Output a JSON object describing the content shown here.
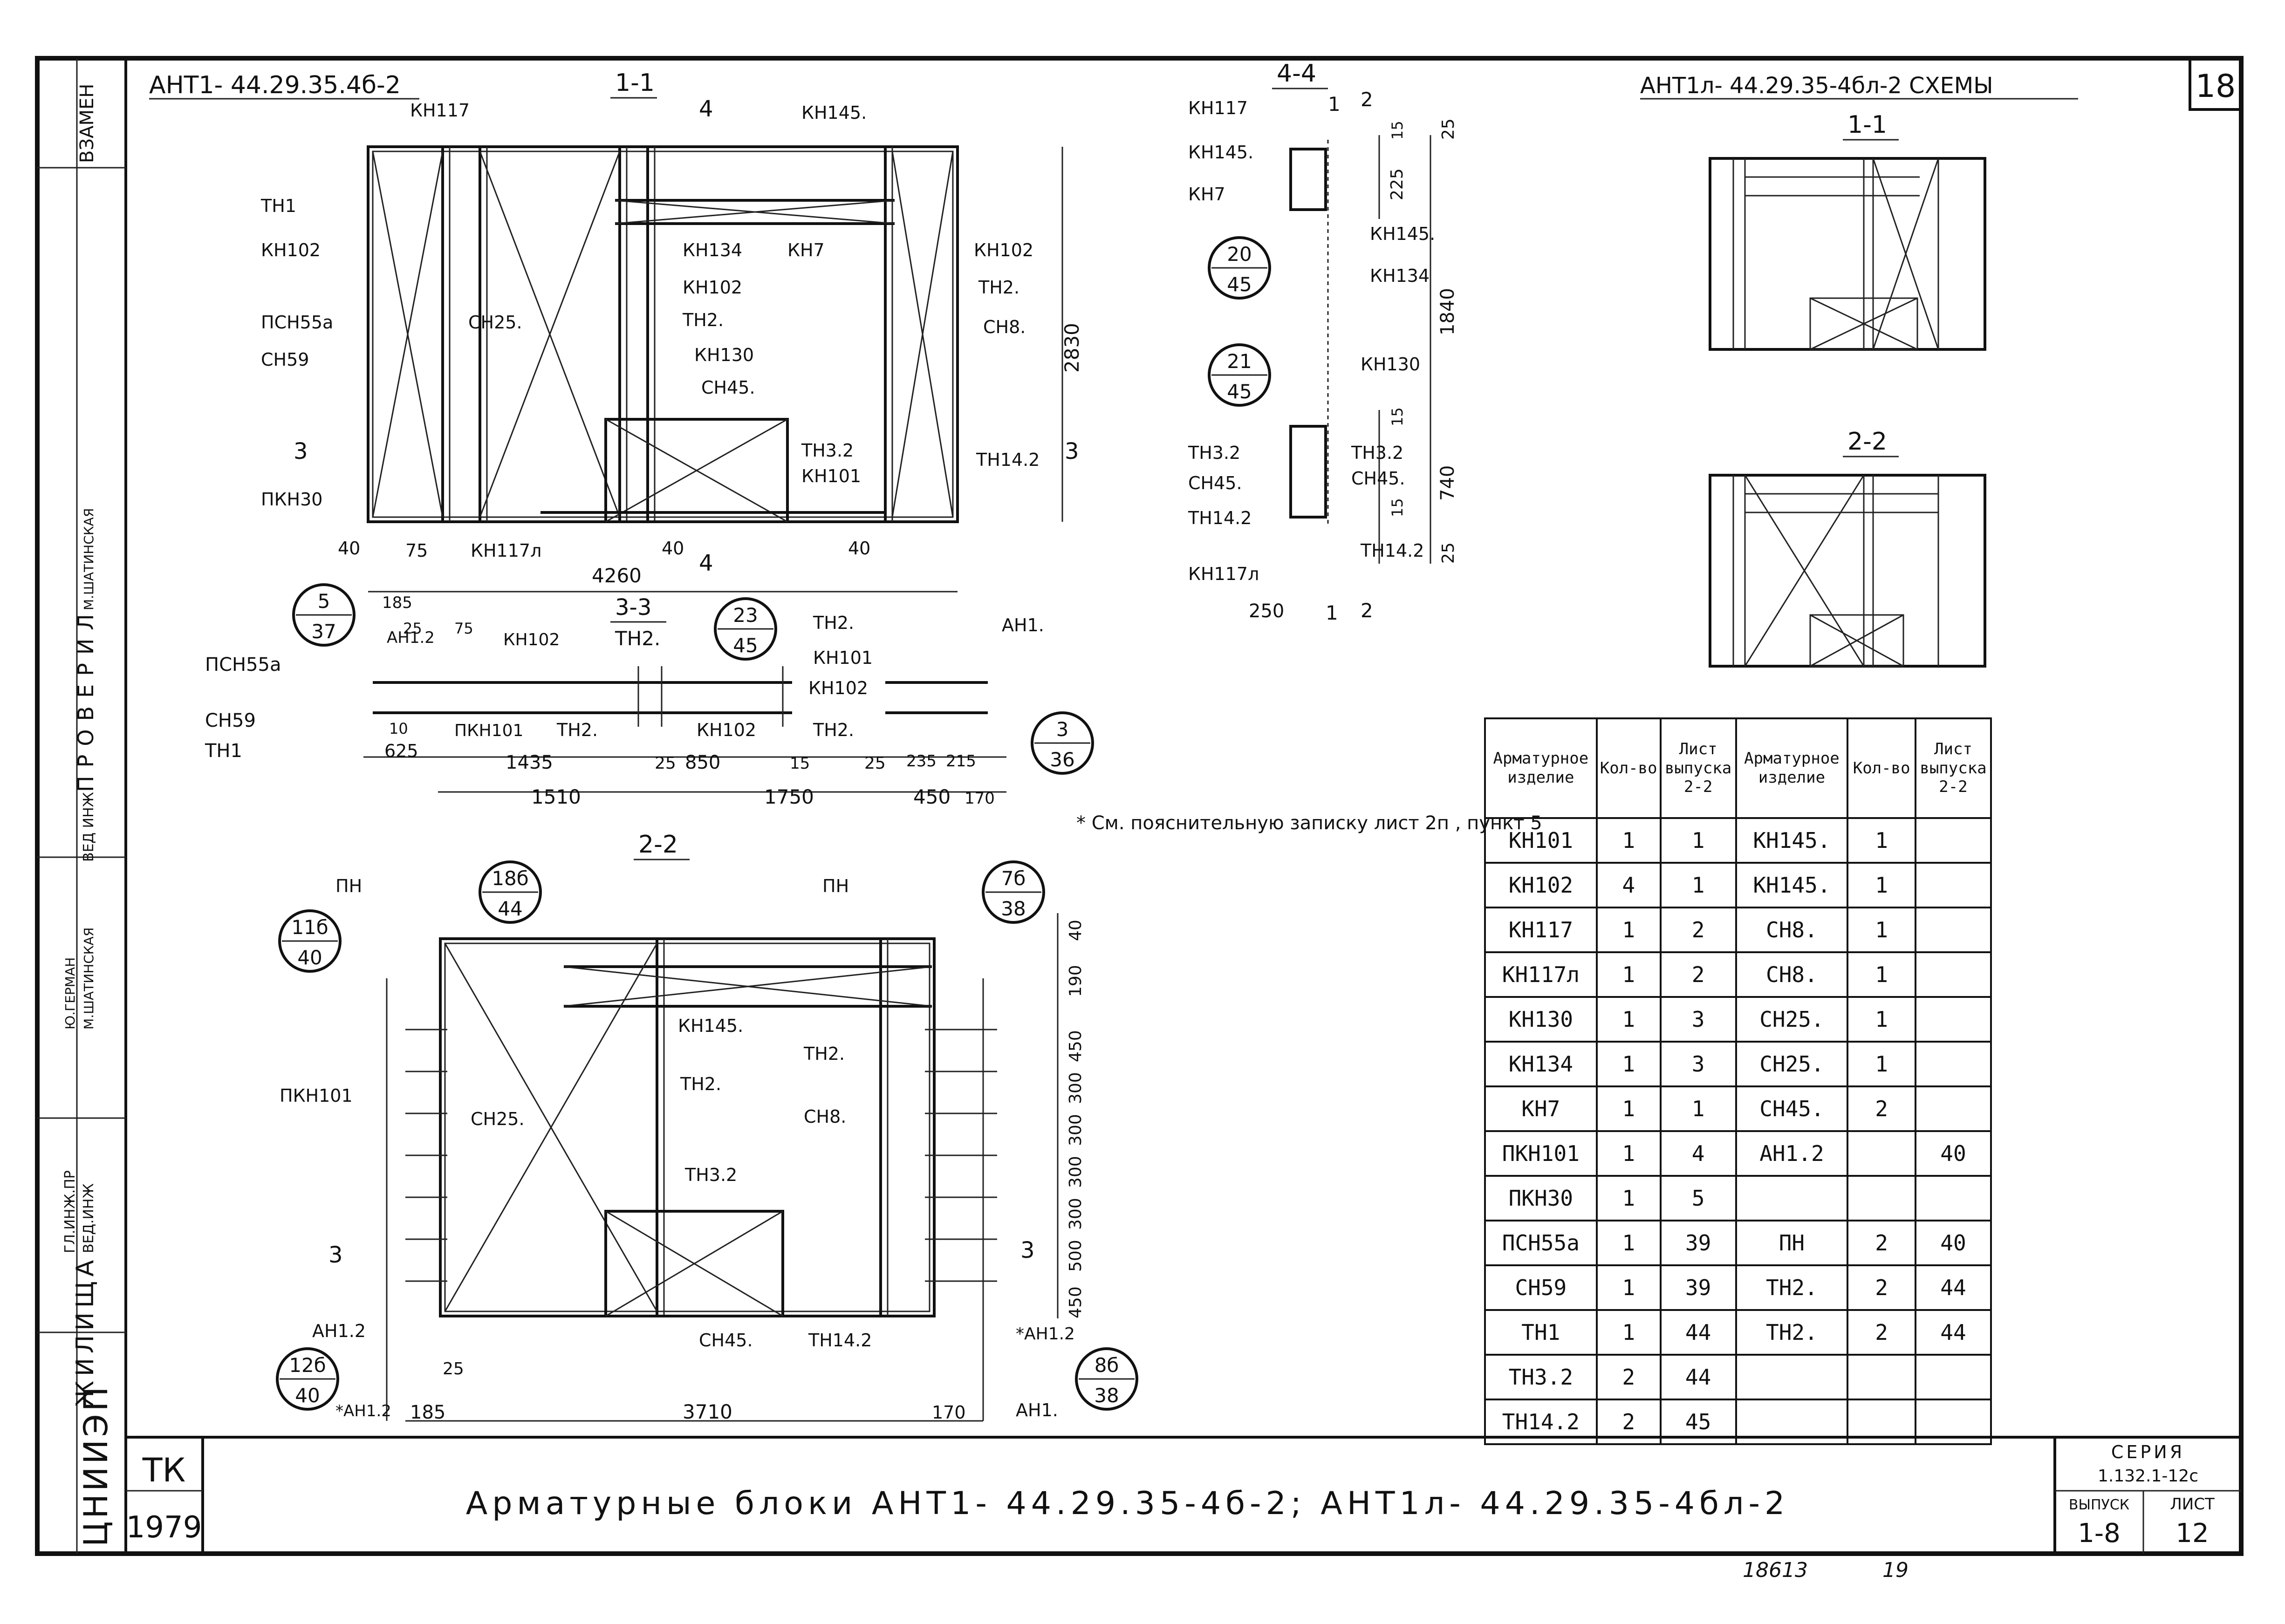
{
  "sheet": {
    "number": "18",
    "left_designation": "АНТ1- 44.29.35.4б-2",
    "right_designation": "АНТ1л- 44.29.35-4бл-2 СХЕМЫ",
    "note": "* См. пояснительную записку лист 2п , пункт 5",
    "bottom_numbers": [
      "18613",
      "19"
    ]
  },
  "stamp": {
    "side_labels": [
      "ВЗАМЕН",
      "ПРОВЕРИЛ",
      "ЖИЛИЩА",
      "ЦНИИЭП"
    ],
    "roles": [
      "ГЛ.ИНЖ.ПР",
      "ВЕД.ИНЖ",
      "ВЕД ИНЖ"
    ],
    "names": [
      "Ю.ГЕРМАН",
      "М.ШАТИНСКАЯ",
      "М.ШАТИНСКАЯ"
    ],
    "tk": "ТК",
    "year": "1979"
  },
  "title_block": {
    "title": "Арматурные блоки АНТ1- 44.29.35-4б-2; АНТ1л- 44.29.35-4бл-2",
    "series_label": "СЕРИЯ",
    "series_value": "1.132.1-12с",
    "issue_label": "ВЫПУСК",
    "issue_value": "1-8",
    "sheet_label": "ЛИСТ",
    "sheet_value": "12"
  },
  "section_1_1": {
    "label": "1-1",
    "cut_marks": [
      "4",
      "4",
      "3",
      "3"
    ],
    "labels": [
      "КН117",
      "КН145.",
      "ТН1",
      "КН102",
      "КН134",
      "КН7",
      "КН102",
      "КН102",
      "ТН2.",
      "ТН2.",
      "ПСН55а",
      "СН25.",
      "СН8.",
      "СН59",
      "КН130",
      "СН45.",
      "ТН3.2",
      "КН101",
      "ТН14.2",
      "ПКН30",
      "КН117л"
    ],
    "dims": [
      "40",
      "75",
      "4260",
      "40",
      "40",
      "2830"
    ]
  },
  "section_4_4": {
    "label": "4-4",
    "marks": [
      "1",
      "2",
      "1",
      "2"
    ],
    "labels": [
      "КН117",
      "КН145.",
      "КН7",
      "КН145.",
      "КН134",
      "КН130",
      "ТН3.2",
      "ТН3.2",
      "СН45.",
      "СН45.",
      "ТН14.2",
      "ТН14.2",
      "КН117л"
    ],
    "callouts": [
      {
        "top": "20",
        "bottom": "45"
      },
      {
        "top": "21",
        "bottom": "45"
      }
    ],
    "dims": [
      "25",
      "15",
      "225",
      "1840",
      "15",
      "740",
      "15",
      "25",
      "250"
    ]
  },
  "section_3_3": {
    "label": "3-3",
    "sublabel": "ТН2.",
    "labels": [
      "АН1.2",
      "КН102",
      "ПСН55а",
      "СН59",
      "ТН1",
      "ПКН101",
      "ТН2.",
      "КН102",
      "ТН2.",
      "КН101",
      "КН102",
      "ТН2.",
      "АН1."
    ],
    "callouts": [
      {
        "top": "5",
        "bottom": "37"
      },
      {
        "top": "23",
        "bottom": "45"
      },
      {
        "top": "3",
        "bottom": "36"
      }
    ],
    "dims": [
      "185",
      "25",
      "75",
      "10",
      "625",
      "1435",
      "25",
      "850",
      "15",
      "25",
      "235",
      "215",
      "1510",
      "1750",
      "450",
      "170"
    ]
  },
  "section_2_2": {
    "label": "2-2",
    "labels": [
      "ПН",
      "ПН",
      "КН145.",
      "ТН2.",
      "ПКН101",
      "ТН2.",
      "СН25.",
      "СН8.",
      "ТН3.2",
      "АН1.2",
      "СН45.",
      "ТН14.2",
      "*АН1.2",
      "*АН1.2",
      "АН1."
    ],
    "callouts": [
      {
        "top": "18б",
        "bottom": "44"
      },
      {
        "top": "7б",
        "bottom": "38"
      },
      {
        "top": "11б",
        "bottom": "40"
      },
      {
        "top": "12б",
        "bottom": "40"
      },
      {
        "top": "8б",
        "bottom": "38"
      }
    ],
    "dims": [
      "40",
      "190",
      "450",
      "300",
      "300",
      "300",
      "300",
      "500",
      "450",
      "25",
      "185",
      "3710",
      "170"
    ],
    "cut_marks": [
      "3",
      "3"
    ]
  },
  "schemes": {
    "labels": [
      "1-1",
      "2-2"
    ]
  },
  "spec_table": {
    "headers": [
      "Арматурное изделие",
      "Кол-во",
      "Лист выпуска 2-2",
      "Арматурное изделие",
      "Кол-во",
      "Лист выпуска 2-2"
    ],
    "rows": [
      [
        "КН101",
        "1",
        "1",
        "КН145.",
        "1",
        ""
      ],
      [
        "КН102",
        "4",
        "1",
        "КН145.",
        "1",
        ""
      ],
      [
        "КН117",
        "1",
        "2",
        "СН8.",
        "1",
        ""
      ],
      [
        "КН117л",
        "1",
        "2",
        "СН8.",
        "1",
        ""
      ],
      [
        "КН130",
        "1",
        "3",
        "СН25.",
        "1",
        ""
      ],
      [
        "КН134",
        "1",
        "3",
        "СН25.",
        "1",
        ""
      ],
      [
        "КН7",
        "1",
        "1",
        "СН45.",
        "2",
        ""
      ],
      [
        "ПКН101",
        "1",
        "4",
        "АН1.2",
        "",
        "40"
      ],
      [
        "ПКН30",
        "1",
        "5",
        "",
        "",
        ""
      ],
      [
        "ПСН55а",
        "1",
        "39",
        "ПН",
        "2",
        "40"
      ],
      [
        "СН59",
        "1",
        "39",
        "ТН2.",
        "2",
        "44"
      ],
      [
        "ТН1",
        "1",
        "44",
        "ТН2.",
        "2",
        "44"
      ],
      [
        "ТН3.2",
        "2",
        "44",
        "",
        "",
        ""
      ],
      [
        "ТН14.2",
        "2",
        "45",
        "",
        "",
        ""
      ]
    ]
  }
}
